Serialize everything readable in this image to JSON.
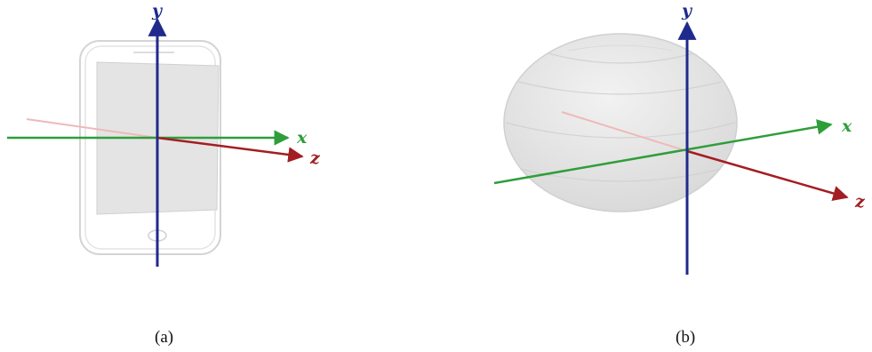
{
  "panels": [
    {
      "caption": "(a)",
      "object": "phone",
      "axes": {
        "x": "x",
        "y": "y",
        "z": "z"
      }
    },
    {
      "caption": "(b)",
      "object": "sphere",
      "axes": {
        "x": "x",
        "y": "y",
        "z": "z"
      }
    }
  ],
  "colors": {
    "x_axis": "#2e9e3a",
    "y_axis": "#1f2a8c",
    "z_axis": "#a31e22",
    "z_axis_back": "#f0b8b8",
    "object_outline": "#d0d0d0",
    "object_fill": "#e6e6e6"
  }
}
